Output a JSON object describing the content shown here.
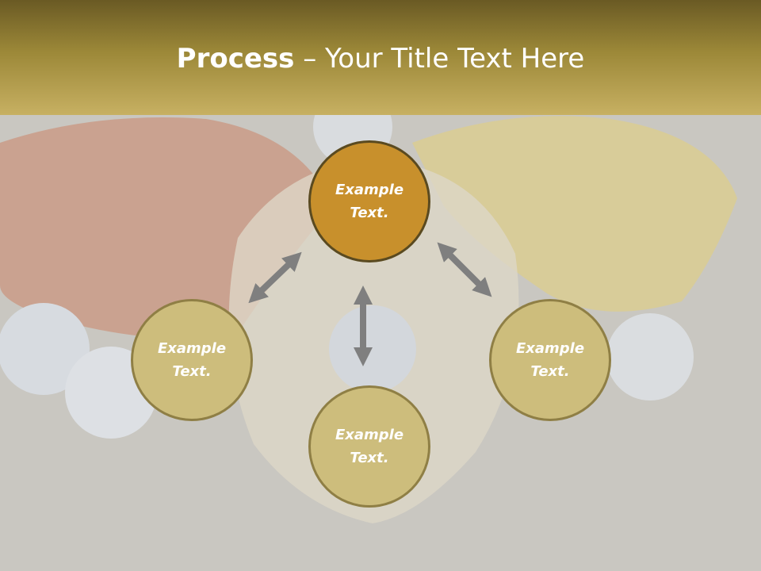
{
  "title": {
    "bold": "Process",
    "separator": " – ",
    "rest": "Your Title Text Here"
  },
  "nodes": {
    "top": "Example Text.",
    "left": "Example Text.",
    "right": "Example Text.",
    "bottom": "Example Text."
  },
  "colors": {
    "title_bar": "#9c8838",
    "node_top": "#c8902c",
    "node_light": "#cdbd7c",
    "arrow": "#7f7f7f",
    "background": "#c9c7c1"
  }
}
